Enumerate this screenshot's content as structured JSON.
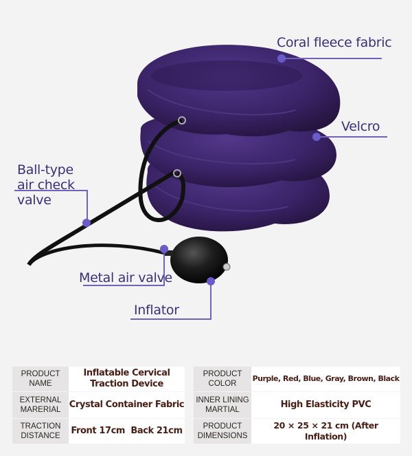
{
  "product_image": {
    "subject": "Inflatable purple cervical neck traction collar with hose and hand-pump inflator",
    "fabric_color": "#3d2466",
    "callouts": [
      {
        "label": "Coral fleece fabric"
      },
      {
        "label": "Velcro"
      },
      {
        "label": "Ball-type air check valve"
      },
      {
        "label": "Metal air valve"
      },
      {
        "label": "Inflator"
      }
    ],
    "callout_color": "#3b2f7a",
    "line_color": "#6f62b8"
  },
  "spec_table": {
    "left": [
      {
        "label": "PRODUCT NAME",
        "value": "Inflatable Cervical Traction Device"
      },
      {
        "label": "EXTERNAL MARERIAL",
        "value": "Crystal Container Fabric"
      },
      {
        "label": "TRACTION DISTANCE",
        "value": "Front 17cm  Back 21cm"
      }
    ],
    "right": [
      {
        "label": "PRODUCT COLOR",
        "value": "Purple, Red, Blue, Gray, Brown, Black"
      },
      {
        "label": "INNER LINING MARTIAL",
        "value": "High Elasticity PVC"
      },
      {
        "label": "PRODUCT DIMENSIONS",
        "value": "20 × 25 × 21 cm (After Inflation)"
      }
    ]
  }
}
